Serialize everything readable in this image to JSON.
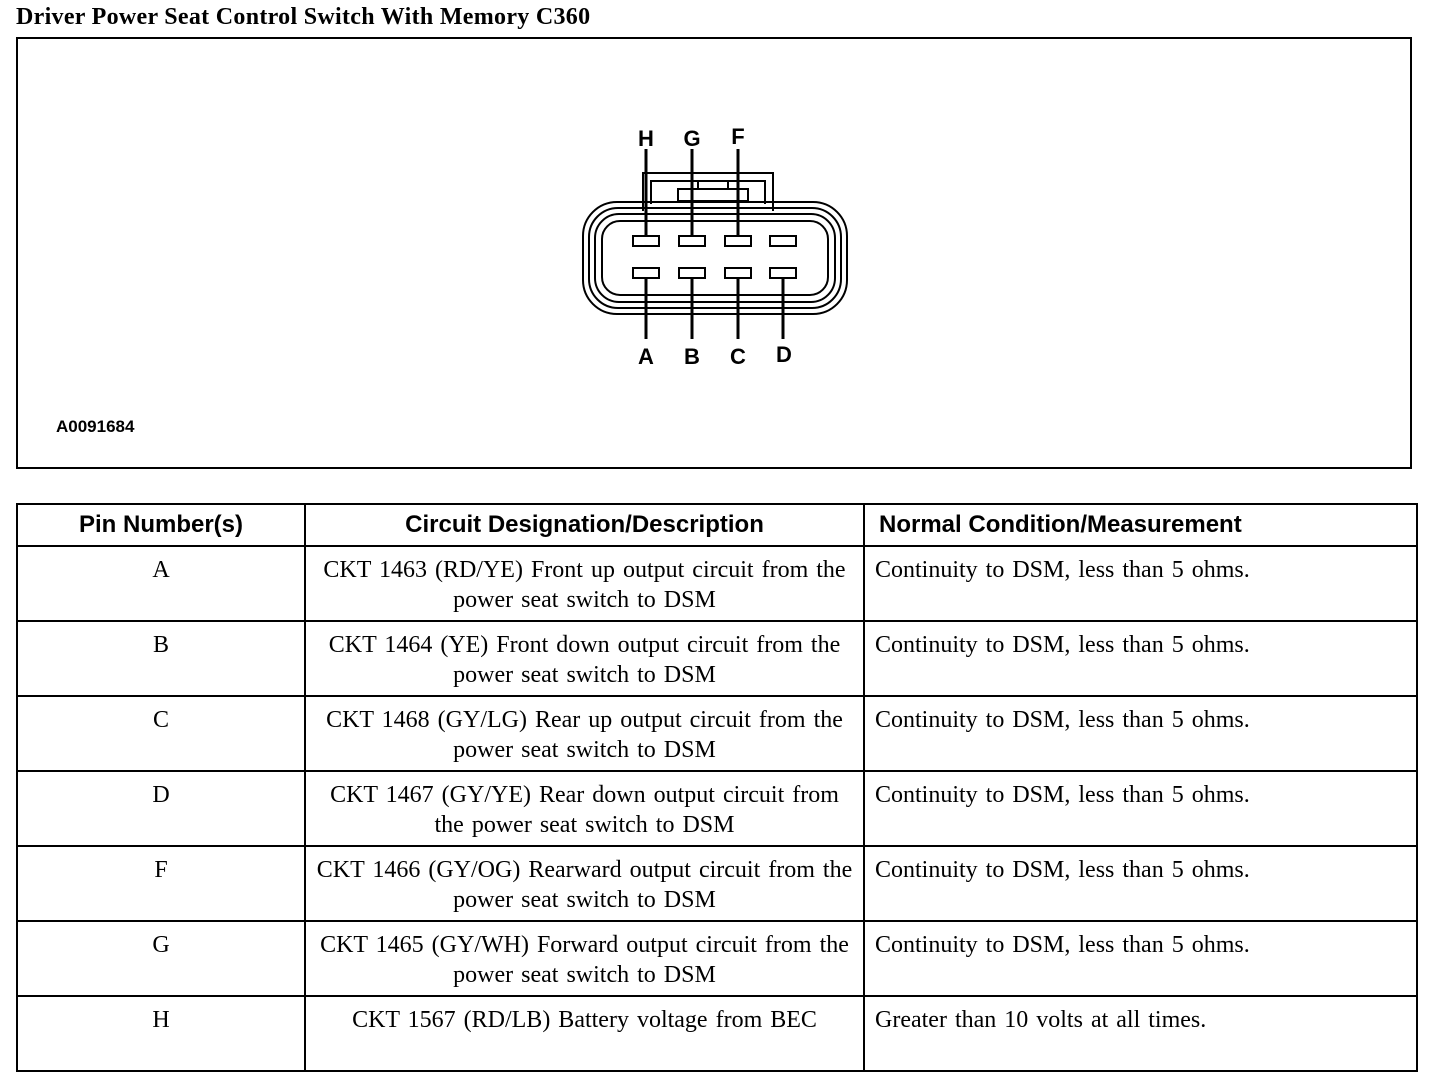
{
  "title": "Driver Power Seat Control Switch With Memory C360",
  "figure": {
    "id": "A0091684",
    "top_labels": [
      "H",
      "G",
      "F"
    ],
    "bottom_labels": [
      "A",
      "B",
      "C",
      "D"
    ]
  },
  "table": {
    "headers": [
      "Pin Number(s)",
      "Circuit Designation/Description",
      "Normal Condition/Measurement"
    ],
    "rows": [
      {
        "pin": "A",
        "description": "CKT 1463 (RD/YE) Front up output circuit from the power seat switch to DSM",
        "measurement": "Continuity to DSM, less than 5 ohms."
      },
      {
        "pin": "B",
        "description": "CKT 1464 (YE) Front down output circuit from the power seat switch to DSM",
        "measurement": "Continuity to DSM, less than 5 ohms."
      },
      {
        "pin": "C",
        "description": "CKT 1468 (GY/LG) Rear up output circuit from the power seat switch to DSM",
        "measurement": "Continuity to DSM, less than 5 ohms."
      },
      {
        "pin": "D",
        "description": "CKT 1467 (GY/YE) Rear down output circuit from the power seat switch to DSM",
        "measurement": "Continuity to DSM, less than 5 ohms."
      },
      {
        "pin": "F",
        "description": "CKT 1466 (GY/OG) Rearward output circuit from the power seat switch to DSM",
        "measurement": "Continuity to DSM, less than 5 ohms."
      },
      {
        "pin": "G",
        "description": "CKT 1465 (GY/WH) Forward output circuit from the power seat switch to DSM",
        "measurement": "Continuity to DSM, less than 5 ohms."
      },
      {
        "pin": "H",
        "description": "CKT 1567 (RD/LB) Battery voltage from BEC",
        "measurement": "Greater than 10 volts at all times."
      }
    ]
  }
}
